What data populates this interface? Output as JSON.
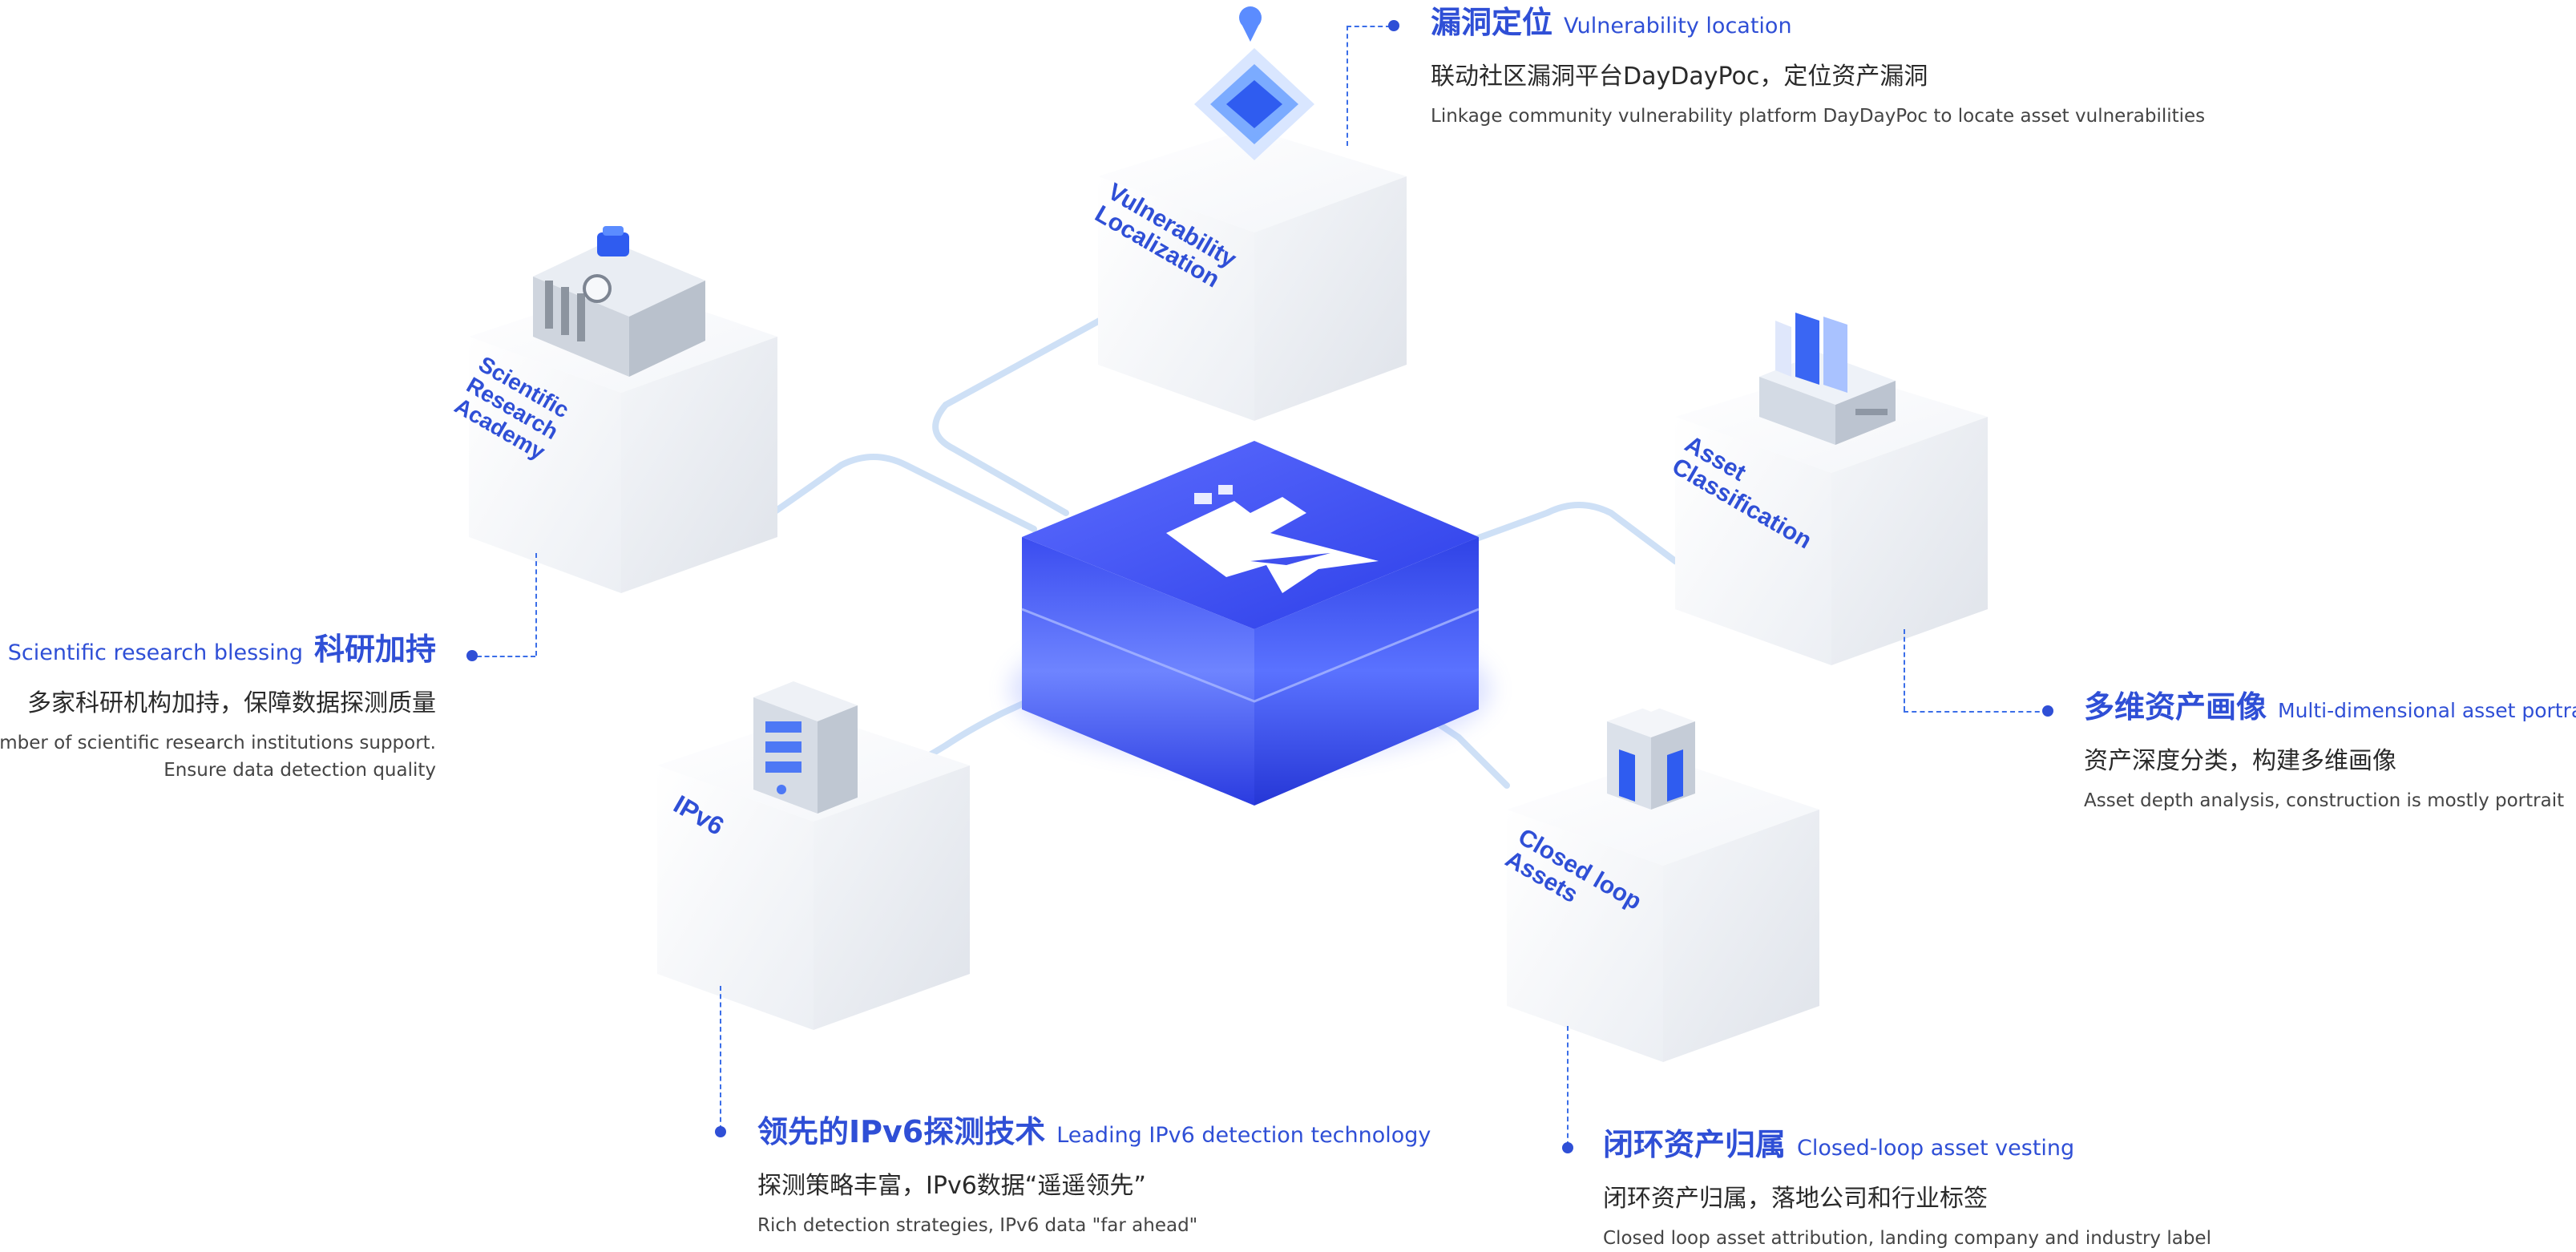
{
  "colors": {
    "accent": "#2f4fd6",
    "cube_label": "#2f4fd6",
    "connector": "#c9ddf5"
  },
  "cubes": {
    "vulnerability": {
      "label": "Vulnerability Localization",
      "icon": "location-pin-icon"
    },
    "research": {
      "label": "Scientific Research Academy",
      "icon": "building-icon"
    },
    "asset": {
      "label": "Asset Classification",
      "icon": "server-rack-icon"
    },
    "ipv6": {
      "label": "IPv6",
      "icon": "server-tower-icon"
    },
    "closed": {
      "label": "Closed loop Assets",
      "icon": "cube-stack-icon"
    }
  },
  "center": {
    "icon": "brand-logo-icon"
  },
  "callouts": {
    "vulnerability": {
      "zh": "漏洞定位",
      "en": "Vulnerability location",
      "sub": "联动社区漏洞平台DayDayPoc，定位资产漏洞",
      "desc": "Linkage community vulnerability platform DayDayPoc to locate asset vulnerabilities"
    },
    "research": {
      "zh": "科研加持",
      "en": "Scientific research blessing",
      "sub": "多家科研机构加持，保障数据探测质量",
      "desc1": "A number of scientific research institutions support.",
      "desc2": "Ensure data detection quality"
    },
    "asset": {
      "zh": "多维资产画像",
      "en": "Multi-dimensional asset portrait",
      "sub": "资产深度分类，构建多维画像",
      "desc": "Asset depth analysis, construction is mostly portrait"
    },
    "ipv6": {
      "zh": "领先的IPv6探测技术",
      "en": "Leading IPv6 detection technology",
      "sub": "探测策略丰富，IPv6数据“遥遥领先”",
      "desc": "Rich detection strategies, IPv6 data \"far ahead\""
    },
    "closed": {
      "zh": "闭环资产归属",
      "en": "Closed-loop asset vesting",
      "sub": "闭环资产归属，落地公司和行业标签",
      "desc": "Closed loop asset attribution, landing company and industry label"
    }
  }
}
